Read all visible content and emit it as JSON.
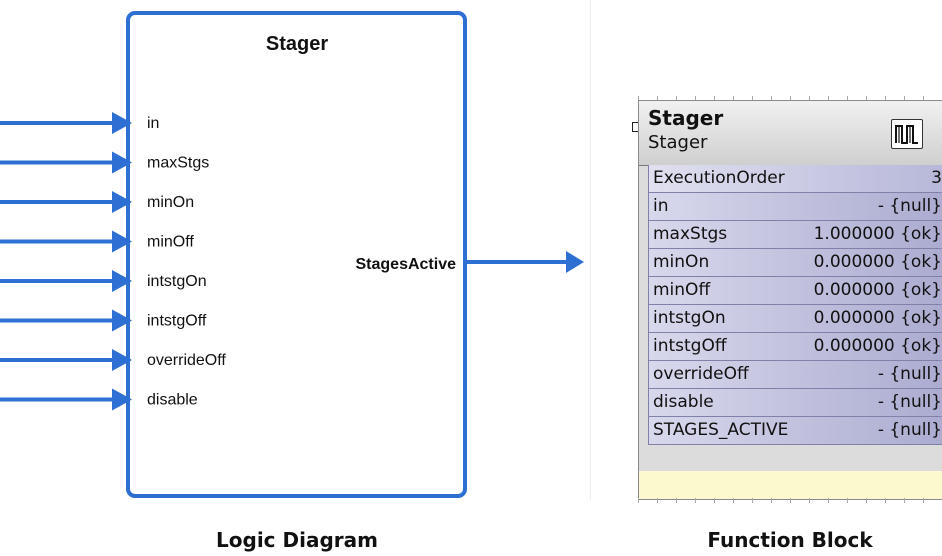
{
  "logic": {
    "block_title": "Stager",
    "inputs": [
      "in",
      "maxStgs",
      "minOn",
      "minOff",
      "intstgOn",
      "intstgOff",
      "overrideOff",
      "disable"
    ],
    "output": "StagesActive",
    "accent_color": "#2d6fd3"
  },
  "function_block": {
    "title": "Stager",
    "type_label": "Stager",
    "icon": "pulse-train-icon",
    "rows": [
      {
        "name": "ExecutionOrder",
        "value": "3"
      },
      {
        "name": "in",
        "value": "- {null}"
      },
      {
        "name": "maxStgs",
        "value": "1.000000 {ok}"
      },
      {
        "name": "minOn",
        "value": "0.000000 {ok}"
      },
      {
        "name": "minOff",
        "value": "0.000000 {ok}"
      },
      {
        "name": "intstgOn",
        "value": "0.000000 {ok}"
      },
      {
        "name": "intstgOff",
        "value": "0.000000 {ok}"
      },
      {
        "name": "overrideOff",
        "value": "- {null}"
      },
      {
        "name": "disable",
        "value": "- {null}"
      },
      {
        "name": "STAGES_ACTIVE",
        "value": "- {null}"
      }
    ]
  },
  "captions": {
    "logic": "Logic Diagram",
    "function": "Function Block"
  }
}
